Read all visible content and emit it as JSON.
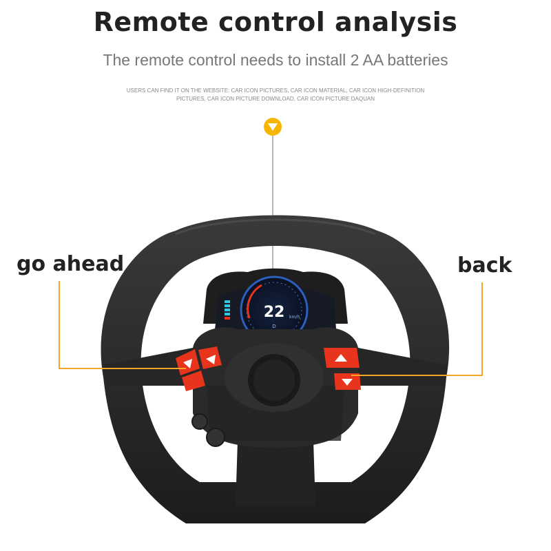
{
  "header": {
    "title": "Remote control analysis",
    "subtitle": "The remote control needs to install 2 AA batteries",
    "note_line_1": "USERS CAN FIND IT ON THE WEBSITE: CAR ICON PICTURES, CAR ICON MATERIAL, CAR ICON HIGH-DEFINITION",
    "note_line_2": "PICTURES, CAR ICON PICTURE DOWNLOAD, CAR ICON PICTURE DAQUAN"
  },
  "callouts": {
    "left_label": "go ahead",
    "right_label": "back"
  },
  "dashboard": {
    "speed": "22",
    "unit": "km/h",
    "gear": "D"
  },
  "colors": {
    "accent": "#f7b500",
    "button_red": "#e8341c",
    "wheel": "#2a2a2a",
    "leader_line": "#f5a623"
  },
  "icons": {
    "indicator": "down-arrow-icon"
  }
}
